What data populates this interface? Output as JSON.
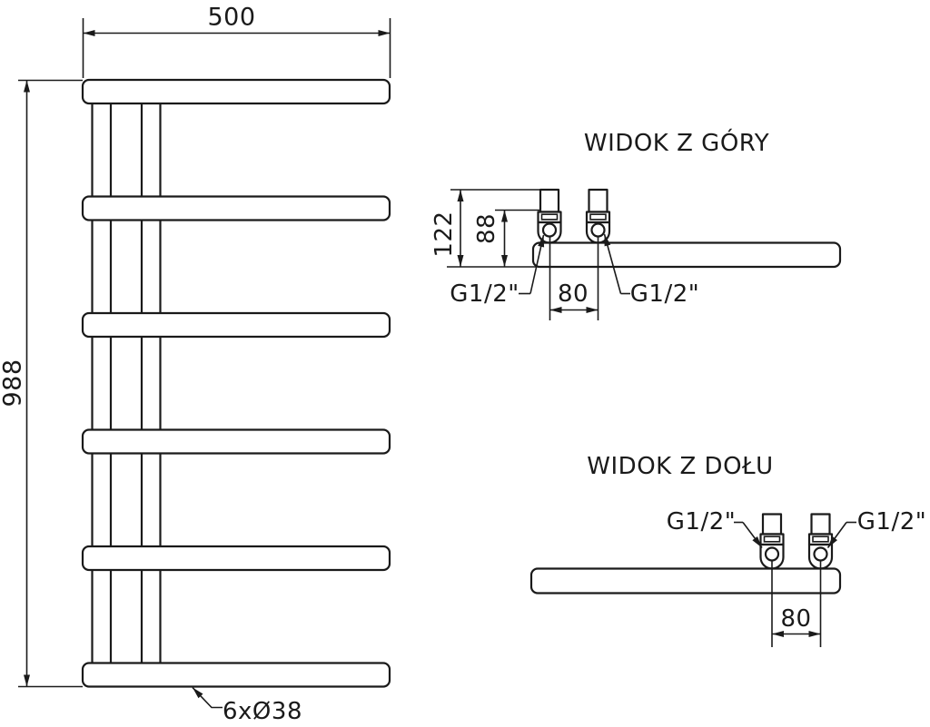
{
  "colors": {
    "line": "#1a1a1a",
    "background": "#ffffff"
  },
  "front_view": {
    "width_dim": "500",
    "height_dim": "988",
    "bars_note": "6xØ38"
  },
  "top_view": {
    "title": "WIDOK Z GÓRY",
    "dim_depth_total": "122",
    "dim_depth_connection": "88",
    "dim_connection_spacing": "80",
    "connection_left": "G1/2\"",
    "connection_right": "G1/2\""
  },
  "bottom_view": {
    "title": "WIDOK Z DOŁU",
    "dim_connection_spacing": "80",
    "connection_left": "G1/2\"",
    "connection_right": "G1/2\""
  }
}
